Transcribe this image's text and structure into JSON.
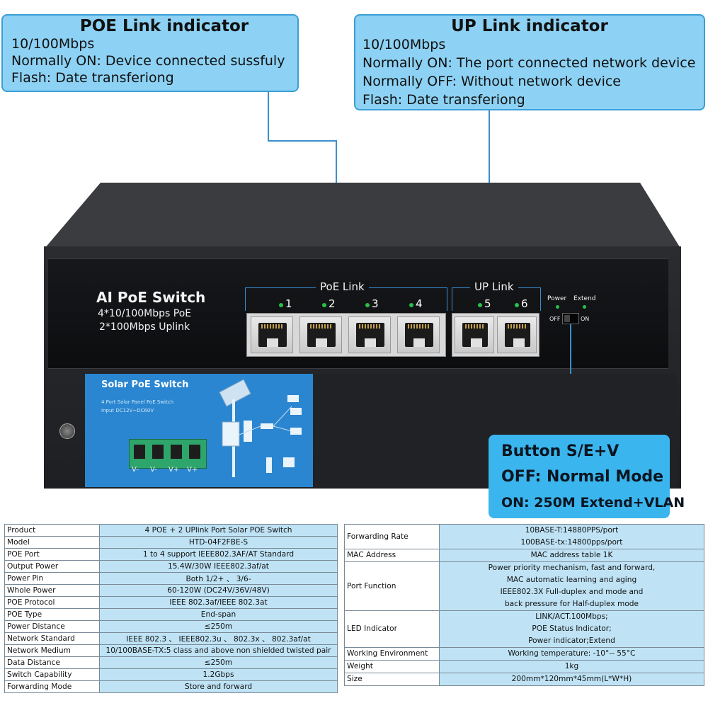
{
  "poe_callout": {
    "title": "POE Link indicator",
    "lines": [
      "10/100Mbps",
      "Normally ON: Device connected sussfuly",
      "Flash: Date transferiong"
    ]
  },
  "up_callout": {
    "title": "UP Link indicator",
    "lines": [
      "10/100Mbps",
      "Normally ON: The port connected network device",
      "Normally OFF: Without network device",
      "Flash: Date transferiong"
    ]
  },
  "button_callout": {
    "lines": [
      "Button S/E+V",
      "OFF: Normal Mode",
      "ON: 250M Extend+VLAN"
    ]
  },
  "device": {
    "title": "AI PoE Switch",
    "subtitle1": "4*10/100Mbps PoE",
    "subtitle2": "2*100Mbps Uplink",
    "poe_group": "PoE Link",
    "up_group": "UP Link",
    "ports": [
      "1",
      "2",
      "3",
      "4",
      "5",
      "6"
    ],
    "power_label": "Power",
    "extend_label": "Extend",
    "off_label": "OFF",
    "on_label": "ON",
    "solar_title": "Solar PoE Switch",
    "solar_line1": "4 Port Solar Panel PoE Switch",
    "solar_line2": "Input DC12V~DC60V",
    "terminals": [
      "V-",
      "V-",
      "V+",
      "V+"
    ]
  },
  "colors": {
    "callout_fill": "#8dd2f4",
    "callout_border": "#3a9fd6",
    "button_callout_fill": "#3ab5ee",
    "table_value_fill": "#bfe3f5",
    "led": "#28c04a"
  },
  "spec_left": [
    {
      "k": "Product",
      "v": "4 POE + 2 UPlink Port Solar POE Switch"
    },
    {
      "k": "Model",
      "v": "HTD-04F2FBE-S"
    },
    {
      "k": "POE Port",
      "v": "1 to 4 support IEEE802.3AF/AT Standard"
    },
    {
      "k": "Output Power",
      "v": "15.4W/30W        IEEE802.3af/at"
    },
    {
      "k": "Power Pin",
      "v": "Both 1/2+ 、 3/6-"
    },
    {
      "k": "Whole Power",
      "v": "60-120W (DC24V/36V/48V)"
    },
    {
      "k": "POE Protocol",
      "v": "IEEE 802.3af/IEEE 802.3at"
    },
    {
      "k": "POE Type",
      "v": "End-span"
    },
    {
      "k": "Power Distance",
      "v": "≤250m"
    },
    {
      "k": "Network Standard",
      "v": "IEEE 802.3 、  IEEE802.3u 、 802.3x 、 802.3af/at"
    },
    {
      "k": "Network Medium",
      "v": "10/100BASE-TX:5 class and above non shielded twisted pair"
    },
    {
      "k": "Data Distance",
      "v": "≤250m"
    },
    {
      "k": "Switch Capability",
      "v": "1.2Gbps"
    },
    {
      "k": "Forwarding Mode",
      "v": "Store and forward"
    }
  ],
  "spec_right": [
    {
      "k": "Forwarding Rate",
      "v": [
        "10BASE-T:14880PPS/port",
        "100BASE-tx:14800pps/port"
      ]
    },
    {
      "k": "MAC Address",
      "v": [
        "MAC address table 1K"
      ]
    },
    {
      "k": "Port Function",
      "v": [
        "Power priority mechanism, fast and forward,",
        "MAC automatic learning and aging",
        "IEEE802.3X Full-duplex and mode and",
        "back pressure for Half-duplex mode"
      ]
    },
    {
      "k": "LED Indicator",
      "v": [
        "LINK/ACT.100Mbps;",
        "POE Status Indicator;",
        "Power indicator;Extend"
      ]
    },
    {
      "k": "Working Environment",
      "v": [
        "Working temperature: -10°-- 55°C"
      ]
    },
    {
      "k": "Weight",
      "v": [
        "1kg"
      ]
    },
    {
      "k": "Size",
      "v": [
        "200mm*120mm*45mm(L*W*H)"
      ]
    }
  ]
}
